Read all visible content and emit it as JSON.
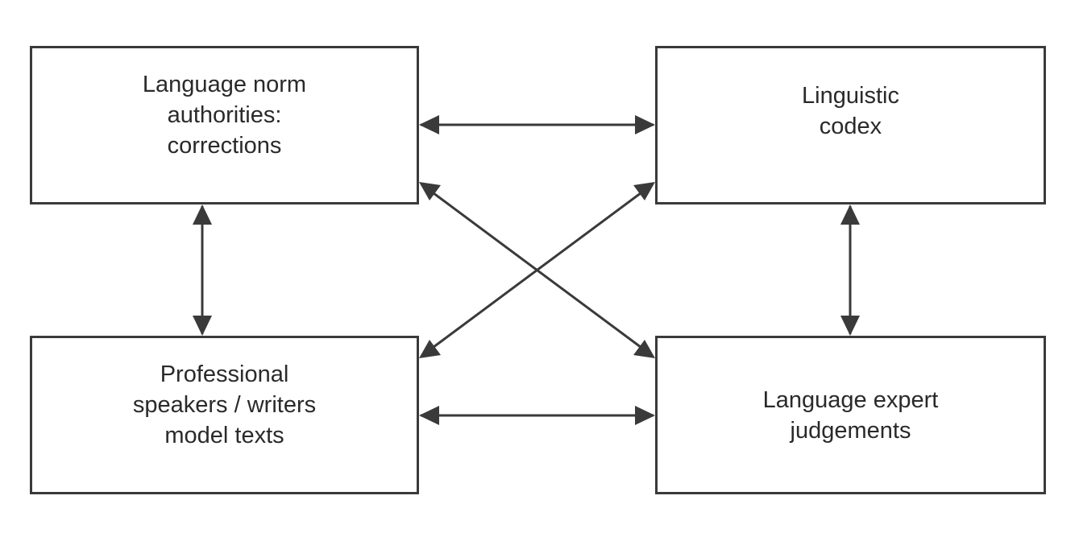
{
  "nodes": {
    "top_left": {
      "label": "Language norm\nauthorities:\ncorrections"
    },
    "top_right": {
      "label": "Linguistic\ncodex"
    },
    "bottom_left": {
      "label": "Professional\nspeakers / writers\nmodel texts"
    },
    "bottom_right": {
      "label": "Language expert\njudgements"
    }
  },
  "edges": [
    {
      "from": "top_left",
      "to": "top_right",
      "type": "bidirectional"
    },
    {
      "from": "top_left",
      "to": "bottom_left",
      "type": "bidirectional"
    },
    {
      "from": "top_right",
      "to": "bottom_right",
      "type": "bidirectional"
    },
    {
      "from": "bottom_left",
      "to": "bottom_right",
      "type": "bidirectional"
    },
    {
      "from": "top_left",
      "to": "bottom_right",
      "type": "bidirectional"
    },
    {
      "from": "top_right",
      "to": "bottom_left",
      "type": "bidirectional"
    }
  ],
  "colors": {
    "stroke": "#3a3a3a",
    "text": "#2a2a2a",
    "background": "#ffffff"
  }
}
